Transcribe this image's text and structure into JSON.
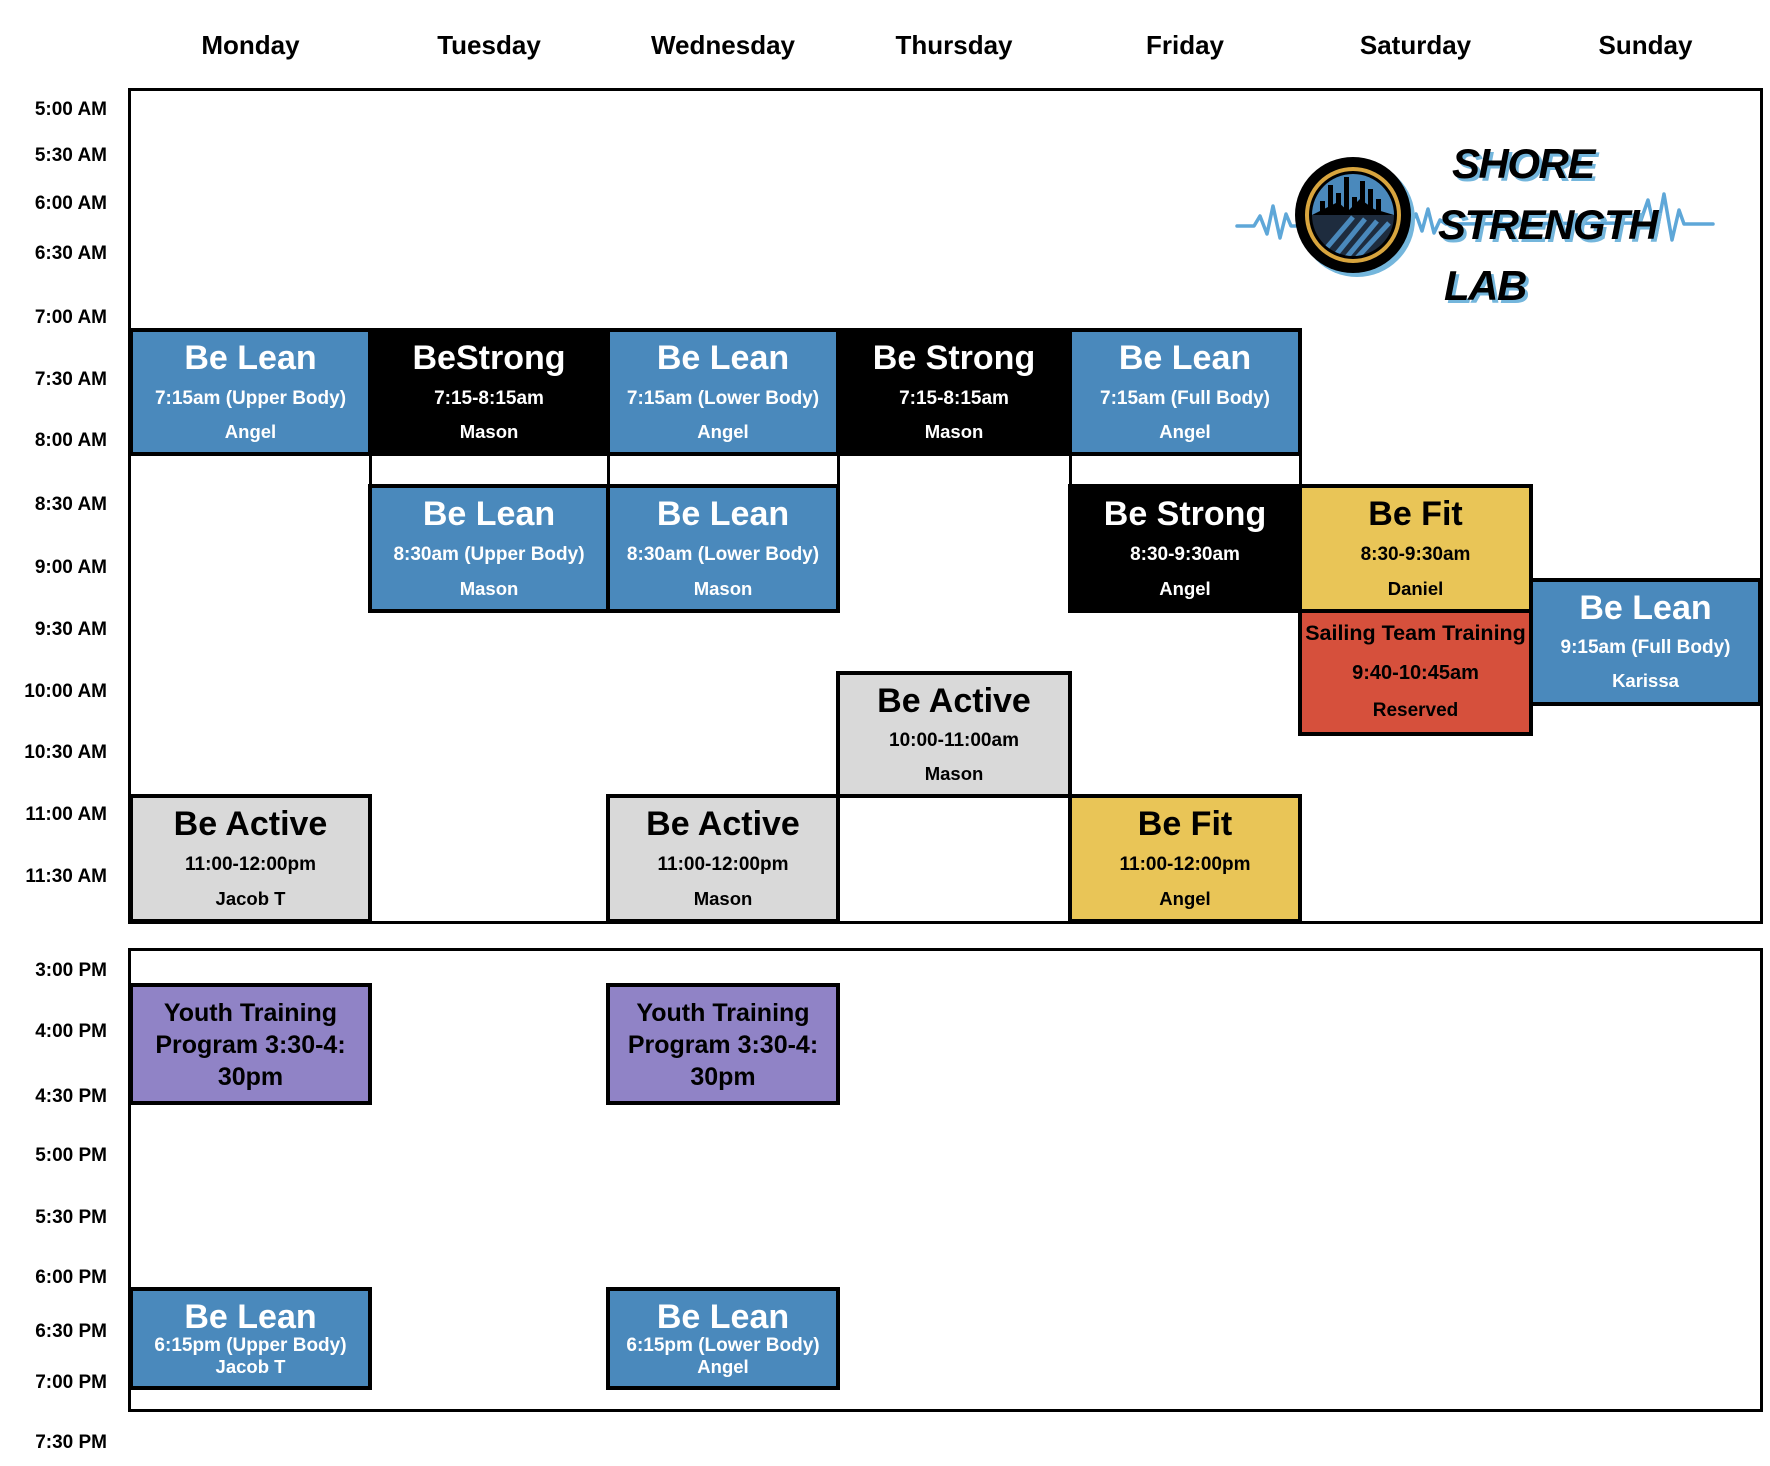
{
  "days": [
    "Monday",
    "Tuesday",
    "Wednesday",
    "Thursday",
    "Friday",
    "Saturday",
    "Sunday"
  ],
  "time_labels_morning": [
    {
      "text": "5:00 AM",
      "t": "5:00"
    },
    {
      "text": "5:30 AM",
      "t": "5:30"
    },
    {
      "text": "6:00 AM",
      "t": "6:00"
    },
    {
      "text": "6:30 AM",
      "t": "6:30"
    },
    {
      "text": "7:00 AM",
      "t": "7:00"
    },
    {
      "text": "7:30 AM",
      "t": "7:30"
    },
    {
      "text": "8:00 AM",
      "t": "8:00"
    },
    {
      "text": "8:30 AM",
      "t": "8:30"
    },
    {
      "text": "9:00 AM",
      "t": "9:00"
    },
    {
      "text": "9:30 AM",
      "t": "9:30"
    },
    {
      "text": "10:00 AM",
      "t": "10:00"
    },
    {
      "text": "10:30 AM",
      "t": "10:30"
    },
    {
      "text": "11:00 AM",
      "t": "11:00"
    },
    {
      "text": "11:30 AM",
      "t": "11:30"
    }
  ],
  "time_labels_afternoon": [
    {
      "text": "3:00 PM",
      "t": "15:00"
    },
    {
      "text": "4:00 PM",
      "t": "16:00"
    },
    {
      "text": "4:30 PM",
      "t": "16:30"
    },
    {
      "text": "5:00 PM",
      "t": "17:00"
    },
    {
      "text": "5:30 PM",
      "t": "17:30"
    },
    {
      "text": "6:00 PM",
      "t": "18:00"
    },
    {
      "text": "6:30 PM",
      "t": "18:30"
    },
    {
      "text": "7:00 PM",
      "t": "19:00"
    },
    {
      "text": "7:30 PM",
      "t": "19:30"
    }
  ],
  "events": [
    {
      "day": 0,
      "section": "am",
      "start": "7:15",
      "end": "8:15",
      "title": "Be Lean",
      "time": "7:15am (Upper Body)",
      "trainer": "Angel",
      "color": "blue"
    },
    {
      "day": 1,
      "section": "am",
      "start": "7:15",
      "end": "8:15",
      "title": "BeStrong",
      "time": "7:15-8:15am",
      "trainer": "Mason",
      "color": "black"
    },
    {
      "day": 2,
      "section": "am",
      "start": "7:15",
      "end": "8:15",
      "title": "Be Lean",
      "time": "7:15am (Lower Body)",
      "trainer": "Angel",
      "color": "blue"
    },
    {
      "day": 3,
      "section": "am",
      "start": "7:15",
      "end": "8:15",
      "title": "Be Strong",
      "time": "7:15-8:15am",
      "trainer": "Mason",
      "color": "black"
    },
    {
      "day": 4,
      "section": "am",
      "start": "7:15",
      "end": "8:15",
      "title": "Be Lean",
      "time": "7:15am (Full Body)",
      "trainer": "Angel",
      "color": "blue"
    },
    {
      "day": 1,
      "section": "am",
      "start": "8:30",
      "end": "9:30",
      "title": "Be Lean",
      "time": "8:30am (Upper Body)",
      "trainer": "Mason",
      "color": "blue"
    },
    {
      "day": 2,
      "section": "am",
      "start": "8:30",
      "end": "9:30",
      "title": "Be Lean",
      "time": "8:30am (Lower Body)",
      "trainer": "Mason",
      "color": "blue"
    },
    {
      "day": 4,
      "section": "am",
      "start": "8:30",
      "end": "9:30",
      "title": "Be Strong",
      "time": "8:30-9:30am",
      "trainer": "Angel",
      "color": "black"
    },
    {
      "day": 5,
      "section": "am",
      "start": "8:30",
      "end": "9:30",
      "title": "Be Fit",
      "time": "8:30-9:30am",
      "trainer": "Daniel",
      "color": "yellow"
    },
    {
      "day": 6,
      "section": "am",
      "start": "9:15",
      "end": "10:15",
      "title": "Be Lean",
      "time": "9:15am (Full Body)",
      "trainer": "Karissa",
      "color": "blue"
    },
    {
      "day": 5,
      "section": "am",
      "start": "9:30",
      "end": "10:30",
      "title": "Sailing Team Training",
      "time": "9:40-10:45am",
      "trainer": "Reserved",
      "color": "red",
      "variant": "small-title"
    },
    {
      "day": 3,
      "section": "am",
      "start": "10:00",
      "end": "11:00",
      "title": "Be Active",
      "time": "10:00-11:00am",
      "trainer": "Mason",
      "color": "gray"
    },
    {
      "day": 0,
      "section": "am",
      "start": "11:00",
      "end": "12:00",
      "title": "Be Active",
      "time": "11:00-12:00pm",
      "trainer": "Jacob T",
      "color": "gray"
    },
    {
      "day": 2,
      "section": "am",
      "start": "11:00",
      "end": "12:00",
      "title": "Be Active",
      "time": "11:00-12:00pm",
      "trainer": "Mason",
      "color": "gray"
    },
    {
      "day": 4,
      "section": "am",
      "start": "11:00",
      "end": "12:00",
      "title": "Be Fit",
      "time": "11:00-12:00pm",
      "trainer": "Angel",
      "color": "yellow"
    },
    {
      "day": 0,
      "section": "pm",
      "start": "15:30",
      "end": "16:30",
      "title_lines": [
        "Youth Training",
        "Program 3:30-4:",
        "30pm"
      ],
      "color": "purple",
      "variant": "title-only"
    },
    {
      "day": 2,
      "section": "pm",
      "start": "15:30",
      "end": "16:30",
      "title_lines": [
        "Youth Training",
        "Program 3:30-4:",
        "30pm"
      ],
      "color": "purple",
      "variant": "title-only"
    },
    {
      "day": 0,
      "section": "pm",
      "start": "18:15",
      "end": "19:15",
      "title": "Be Lean",
      "time": "6:15pm (Upper Body)",
      "trainer": "Jacob T",
      "color": "blue"
    },
    {
      "day": 2,
      "section": "pm",
      "start": "18:15",
      "end": "19:15",
      "title": "Be Lean",
      "time": "6:15pm (Lower Body)",
      "trainer": "Angel",
      "color": "blue"
    }
  ],
  "colors": {
    "blue": "#4a89bc",
    "black": "#000000",
    "gray": "#d9d9d9",
    "yellow": "#e9c557",
    "red": "#d6503c",
    "purple": "#9083c6",
    "grid_border": "#000000",
    "logo_gold": "#d8a53e",
    "logo_navy": "#1e2c3e",
    "logo_blue": "#4a89bc",
    "logo_pulse": "#5ea7d8",
    "logo_shadow": "#74b6dc"
  },
  "text_colors": {
    "blue": "#ffffff",
    "black": "#ffffff",
    "gray": "#000000",
    "yellow": "#000000",
    "red": "#000000",
    "purple": "#000000"
  },
  "logo": {
    "line1": "SHORE",
    "line2": "STRENGTH",
    "line3": "LAB"
  }
}
